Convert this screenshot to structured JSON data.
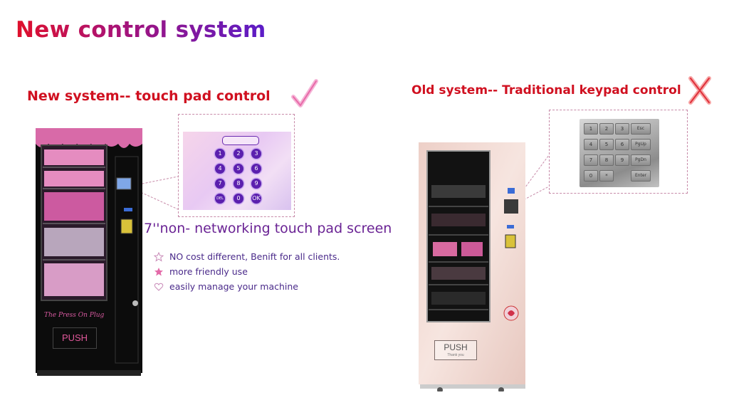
{
  "title": "New control system",
  "new_system": {
    "label": "New system-- touch pad control",
    "mark_icon": "check-mark-icon",
    "screen_description": "7''non- networking touch pad screen",
    "touch_keys": [
      "1",
      "2",
      "3",
      "4",
      "5",
      "6",
      "7",
      "8",
      "9",
      "DEL",
      "0",
      "OK"
    ],
    "features": [
      {
        "icon": "star-outline-icon",
        "text": "NO cost  different, Benift for all clients."
      },
      {
        "icon": "star-filled-icon",
        "text": "more friendly use"
      },
      {
        "icon": "heart-outline-icon",
        "text": "easily manage your machine"
      }
    ],
    "machine_brand": "The Press On Plug",
    "machine_push": "PUSH"
  },
  "old_system": {
    "label": "Old system-- Traditional keypad control",
    "mark_icon": "cross-mark-icon",
    "keypad_keys": [
      "1",
      "2",
      "3",
      "Esc",
      "4",
      "5",
      "6",
      "PgUp",
      "7",
      "8",
      "9",
      "PgDn",
      "0",
      "*",
      "Enter"
    ],
    "machine_push": "PUSH",
    "machine_push_sub": "Thank you"
  },
  "colors": {
    "title_start": "#e0102a",
    "title_end": "#5a1cc8",
    "label_red": "#d01020",
    "label_purple": "#5a1690",
    "accent_pink": "#e86aa8"
  }
}
